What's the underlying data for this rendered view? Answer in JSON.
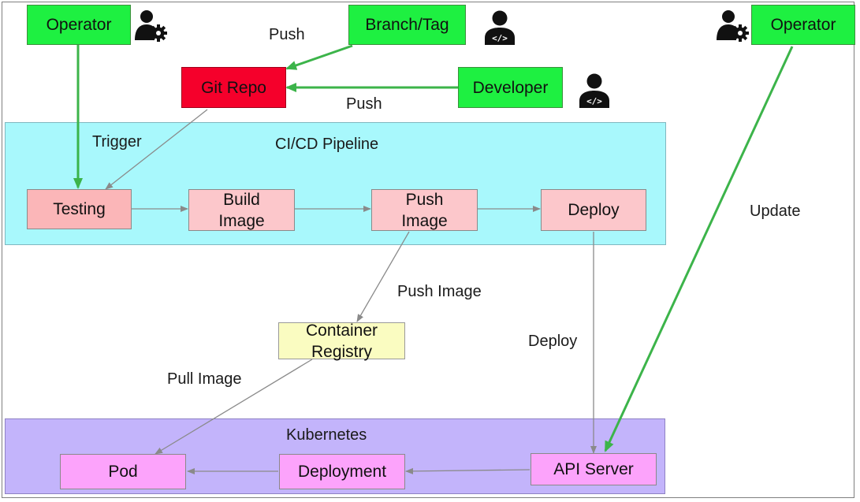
{
  "regions": {
    "cicd_title": "CI/CD Pipeline",
    "k8s_title": "Kubernetes"
  },
  "nodes": {
    "operator_left": "Operator",
    "operator_right": "Operator",
    "branch_tag": "Branch/Tag",
    "git_repo": "Git Repo",
    "developer": "Developer",
    "testing": "Testing",
    "build_image": "Build\nImage",
    "push_image": "Push\nImage",
    "deploy": "Deploy",
    "container_registry": "Container\nRegistry",
    "pod": "Pod",
    "deployment": "Deployment",
    "api_server": "API Server"
  },
  "edge_labels": {
    "push_top": "Push",
    "push_developer": "Push",
    "trigger": "Trigger",
    "push_image": "Push Image",
    "pull_image": "Pull Image",
    "deploy": "Deploy",
    "update": "Update"
  },
  "icons": {
    "operator_icon": "person-gear-icon",
    "developer_icon": "person-code-icon"
  },
  "colors": {
    "green_node": "#1ef041",
    "green_arrow": "#3cb44a",
    "git_repo": "#f5002b",
    "cicd_bg": "#a8f8fc",
    "k8s_bg": "#c3b4fb",
    "stage": "#fcc7cb",
    "registry": "#fafcc1",
    "k8s_node": "#fca3fb",
    "gray_arrow": "#8a8a8a"
  }
}
